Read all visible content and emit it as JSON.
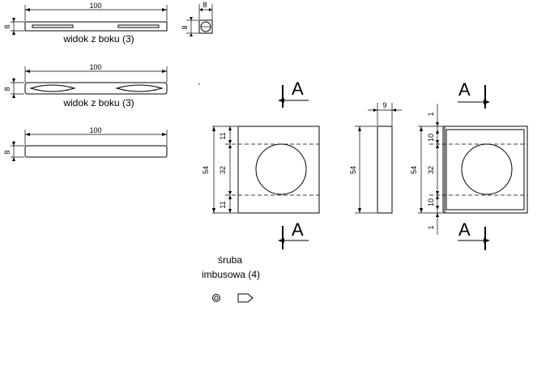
{
  "drawing": {
    "rod1": {
      "length_dim": "100",
      "thickness_dim": "8",
      "end_width_dim": "8",
      "end_height_dim": "8",
      "caption": "widok z boku (3)"
    },
    "rod2": {
      "length_dim": "100",
      "thickness_dim": "8",
      "caption": "widok z boku (3)"
    },
    "rod3": {
      "length_dim": "100",
      "thickness_dim": "8"
    },
    "plate_front": {
      "section_label_top": "A",
      "section_label_bottom": "A",
      "height_dim": "54",
      "top_offset_dim": "11",
      "hole_dim": "32",
      "bottom_offset_dim": "11"
    },
    "plate_side": {
      "thickness_dim": "9",
      "height_dim": "54"
    },
    "plate_section": {
      "section_label_top": "A",
      "section_label_bottom": "A",
      "outer_top_dim": "1",
      "top_offset_dim": "10",
      "hole_dim": "32",
      "bottom_offset_dim": "10",
      "outer_bottom_dim": "1",
      "height_dim": "54"
    },
    "screw": {
      "caption_line1": "śruba",
      "caption_line2": "imbusowa (4)"
    }
  }
}
